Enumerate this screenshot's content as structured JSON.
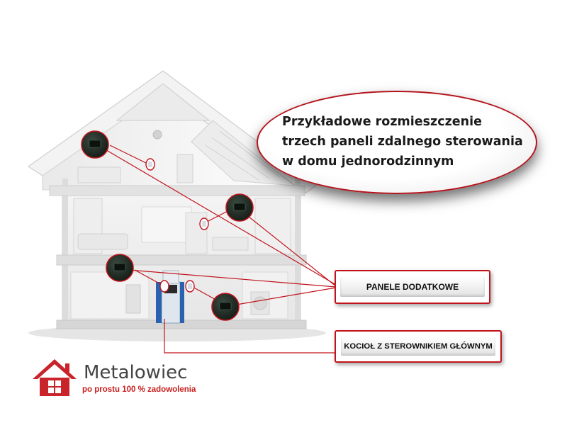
{
  "callout": {
    "line1": "Przykładowe rozmieszczenie",
    "line2": "trzech paneli zdalnego sterowania",
    "line3": "w domu jednorodzinnym"
  },
  "labels": {
    "panels": "PANELE DODATKOWE",
    "boiler": "KOCIOŁ Z STEROWNIKIEM GŁÓWNYM"
  },
  "logo": {
    "name": "Metalowiec",
    "tagline": "po prostu 100 % zadowolenia"
  },
  "colors": {
    "accent_red": "#c0141c",
    "panel_dark": "#1e2a22",
    "house_gray": "#d9d9d9"
  },
  "icons": {
    "house": "house-logo-icon",
    "thermostat": "thermostat-panel-icon"
  }
}
